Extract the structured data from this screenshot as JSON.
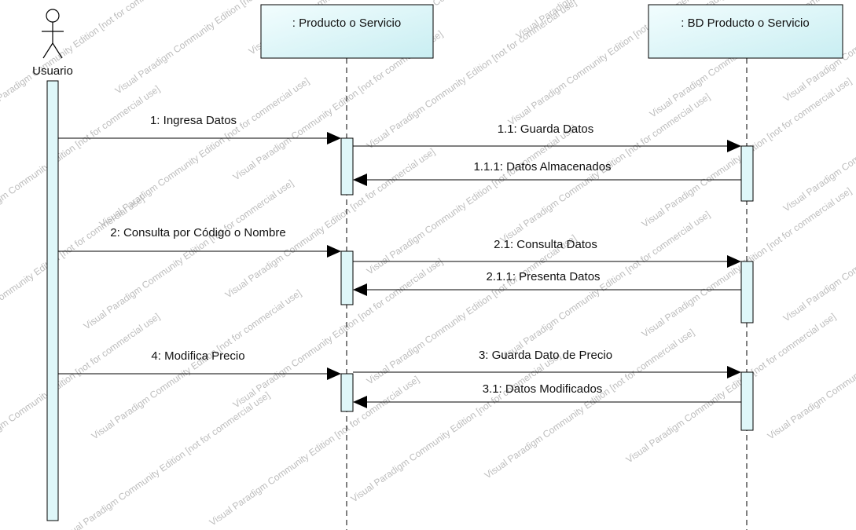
{
  "diagram": {
    "type": "uml-sequence",
    "actor": {
      "label": "Usuario"
    },
    "lifelines": [
      {
        "id": "producto",
        "label": ": Producto o Servicio"
      },
      {
        "id": "bd",
        "label": ": BD Producto o Servicio"
      }
    ],
    "messages": [
      {
        "label": "1: Ingresa Datos",
        "from": "actor",
        "to": "producto",
        "kind": "call"
      },
      {
        "label": "1.1: Guarda Datos",
        "from": "producto",
        "to": "bd",
        "kind": "call"
      },
      {
        "label": "1.1.1: Datos Almacenados",
        "from": "bd",
        "to": "producto",
        "kind": "reply"
      },
      {
        "label": "2: Consulta por Código o Nombre",
        "from": "actor",
        "to": "producto",
        "kind": "call"
      },
      {
        "label": "2.1: Consulta Datos",
        "from": "producto",
        "to": "bd",
        "kind": "call"
      },
      {
        "label": "2.1.1: Presenta Datos",
        "from": "bd",
        "to": "producto",
        "kind": "reply"
      },
      {
        "label": "4: Modifica Precio",
        "from": "actor",
        "to": "producto",
        "kind": "call"
      },
      {
        "label": "3: Guarda Dato de Precio",
        "from": "producto",
        "to": "bd",
        "kind": "call"
      },
      {
        "label": "3.1: Datos Modificados",
        "from": "bd",
        "to": "producto",
        "kind": "reply"
      }
    ],
    "watermark": "Visual Paradigm Community Edition [not for commercial use]",
    "colors": {
      "box_fill": "#dff7f9",
      "activation_fill": "#dff7f9",
      "line": "#000000"
    }
  }
}
